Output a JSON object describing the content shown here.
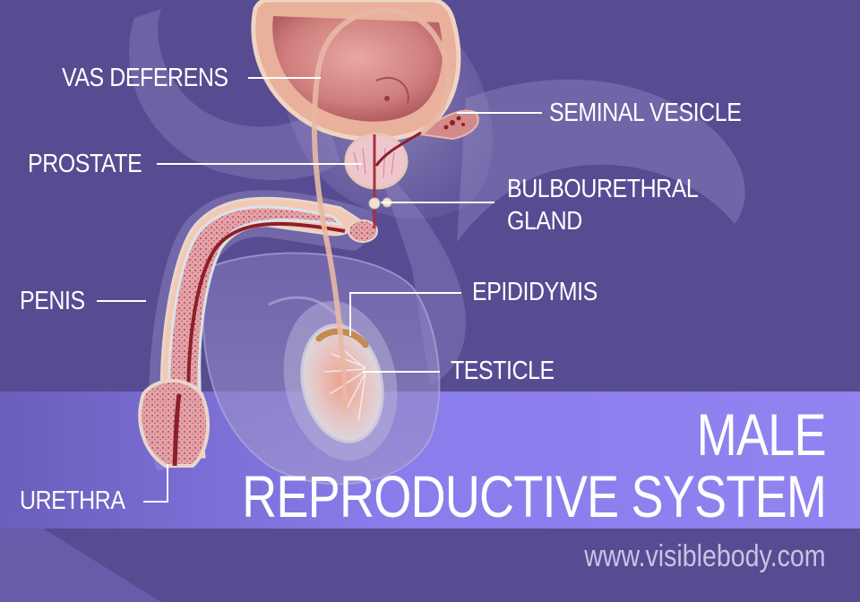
{
  "diagram": {
    "title_line1": "MALE",
    "title_line2": "REPRODUCTIVE SYSTEM",
    "source_url": "www.visiblebody.com",
    "labels": [
      {
        "id": "vas-deferens",
        "text": "VAS DEFERENS",
        "side": "left"
      },
      {
        "id": "prostate",
        "text": "PROSTATE",
        "side": "left"
      },
      {
        "id": "penis",
        "text": "PENIS",
        "side": "left"
      },
      {
        "id": "urethra",
        "text": "URETHRA",
        "side": "left"
      },
      {
        "id": "seminal-vesicle",
        "text": "SEMINAL VESICLE",
        "side": "right"
      },
      {
        "id": "bulbourethral-gland",
        "text_line1": "BULBOURETHRAL",
        "text_line2": "GLAND",
        "side": "right"
      },
      {
        "id": "epididymis",
        "text": "EPIDIDYMIS",
        "side": "right"
      },
      {
        "id": "testicle",
        "text": "TESTICLE",
        "side": "right"
      }
    ]
  },
  "colors": {
    "background": "#574b92",
    "banner": "#9486f5",
    "label_text": "#ffffff",
    "url_text": "#c9c3e4",
    "tissue_pink": "#d98b93",
    "tissue_dark": "#8c1f2a"
  }
}
